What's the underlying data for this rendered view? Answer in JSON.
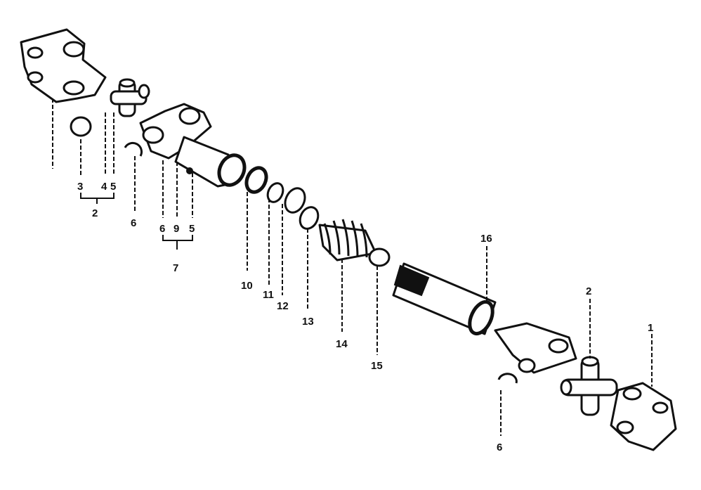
{
  "callouts": {
    "c1": "1",
    "c2_right": "2",
    "c2_left": "2",
    "c3": "3",
    "c4": "4",
    "c5_left": "5",
    "c5_mid": "5",
    "c6_left": "6",
    "c6_mid": "6",
    "c6_right": "6",
    "c7": "7",
    "c9": "9",
    "c10": "10",
    "c11": "11",
    "c12": "12",
    "c13": "13",
    "c14": "14",
    "c15": "15",
    "c16": "16"
  }
}
